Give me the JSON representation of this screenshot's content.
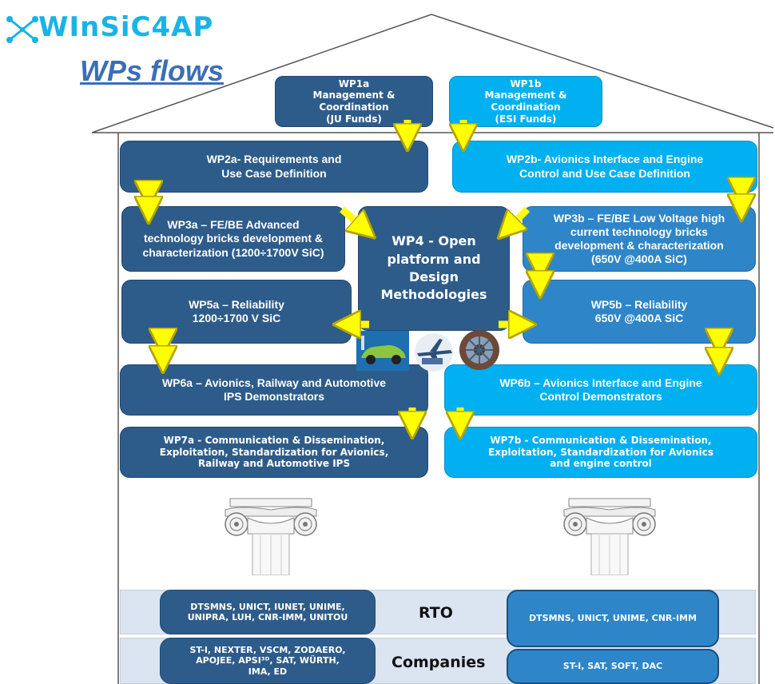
{
  "brand": {
    "logo_text": "WInSiC4AP",
    "title": "WPs flows"
  },
  "work_packages": {
    "wp1a": "WP1a\nManagement &\nCoordination\n(JU Funds)",
    "wp1b": "WP1b\nManagement &\nCoordination\n(ESI Funds)",
    "wp2a": "WP2a- Requirements and\nUse Case Definition",
    "wp2b": "WP2b- Avionics Interface and Engine\nControl  and Use Case Definition",
    "wp3a": "WP3a – FE/BE Advanced\ntechnology bricks development &\ncharacterization (1200÷1700V SiC)",
    "wp3b": "WP3b – FE/BE Low Voltage high\ncurrent technology bricks\ndevelopment & characterization\n(650V @400A SiC)",
    "wp4": "WP4 - Open\nplatform and\nDesign\nMethodologies",
    "wp5a": "WP5a – Reliability\n1200÷1700 V SiC",
    "wp5b": "WP5b – Reliability\n650V @400A SiC",
    "wp6a": "WP6a – Avionics, Railway and Automotive\nIPS Demonstrators",
    "wp6b": "WP6b – Avionics Interface and Engine\nControl Demonstrators",
    "wp7a": "WP7a - Communication & Dissemination,\nExploitation, Standardization for Avionics,\nRailway and Automotive IPS",
    "wp7b": "WP7b - Communication & Dissemination,\nExploitation, Standardization for Avionics\nand engine control"
  },
  "partners": {
    "rto_label": "RTO",
    "companies_label": "Companies",
    "rto_a": "DTSMNS, UNICT, IUNET, UNIME,\nUNIPRA, LUH, CNR-IMM, UNITOU",
    "rto_b": "DTSMNS, UNICT, UNIME, CNR-IMM",
    "comp_a": "ST-I, NEXTER, VSCM, ZODAERO,\nAPOJEE, APSI³ᴰ, SAT, WÜRTH,\nIMA, ED",
    "comp_b": "ST-I, SAT, SOFT, DAC"
  },
  "colors": {
    "dark_blue": "#2e5c8a",
    "light_blue": "#00b0f0",
    "mid_blue": "#2e86c8",
    "arrow_yellow": "#ffff00",
    "title_blue": "#3b6fb6"
  },
  "icons": [
    "network-logo-icon",
    "electric-car-icon",
    "aircraft-icon",
    "turbine-engine-icon",
    "ionic-column-icon"
  ]
}
